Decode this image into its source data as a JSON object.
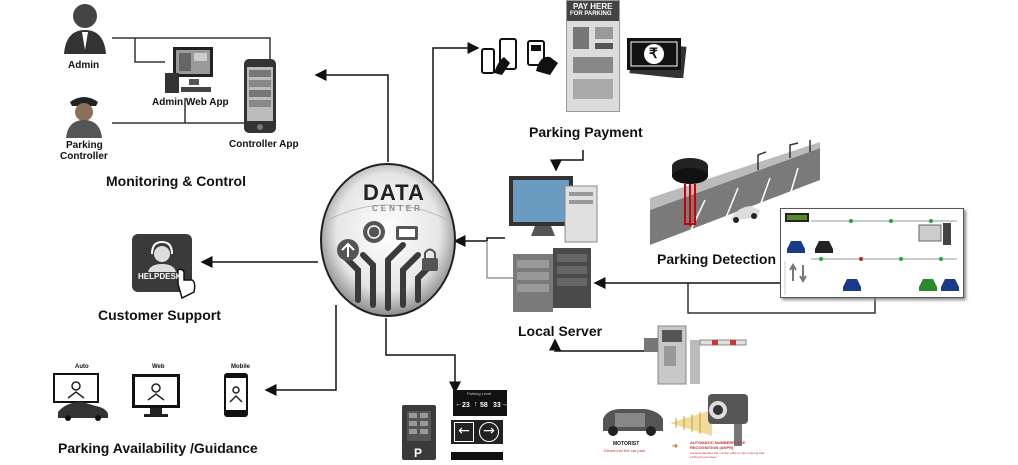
{
  "center": {
    "title": "DATA",
    "subtitle": "CENTER"
  },
  "monitoring": {
    "admin": "Admin",
    "admin_web_app": "Admin Web App",
    "parking_controller_line1": "Parking",
    "parking_controller_line2": "Controller",
    "controller_app": "Controller App",
    "caption": "Monitoring & Control"
  },
  "payment": {
    "kiosk_line1": "PAY HERE",
    "kiosk_line2": "FOR PARKING",
    "currency_symbol": "₹",
    "caption": "Parking Payment"
  },
  "support": {
    "badge": "HELPDESK",
    "caption": "Customer Support"
  },
  "availability": {
    "device_auto": "Auto",
    "device_web": "Web",
    "device_mobile": "Mobile",
    "caption": "Parking Availability /Guidance"
  },
  "server": {
    "caption": "Local Server"
  },
  "detection": {
    "caption": "Parking Detection"
  },
  "signboard": {
    "header": "Parking Level",
    "left_count": "23",
    "mid_count": "58",
    "right_count": "33"
  },
  "anpr": {
    "motorist_title": "MOTORIST",
    "motorist_text": "Drives into the car park",
    "anpr_title": "AUTOMATIC NUMBERPLATE RECOGNITION (ANPR)",
    "anpr_text": "Camera identifies the number plate of cars entering and exiting the premises"
  }
}
